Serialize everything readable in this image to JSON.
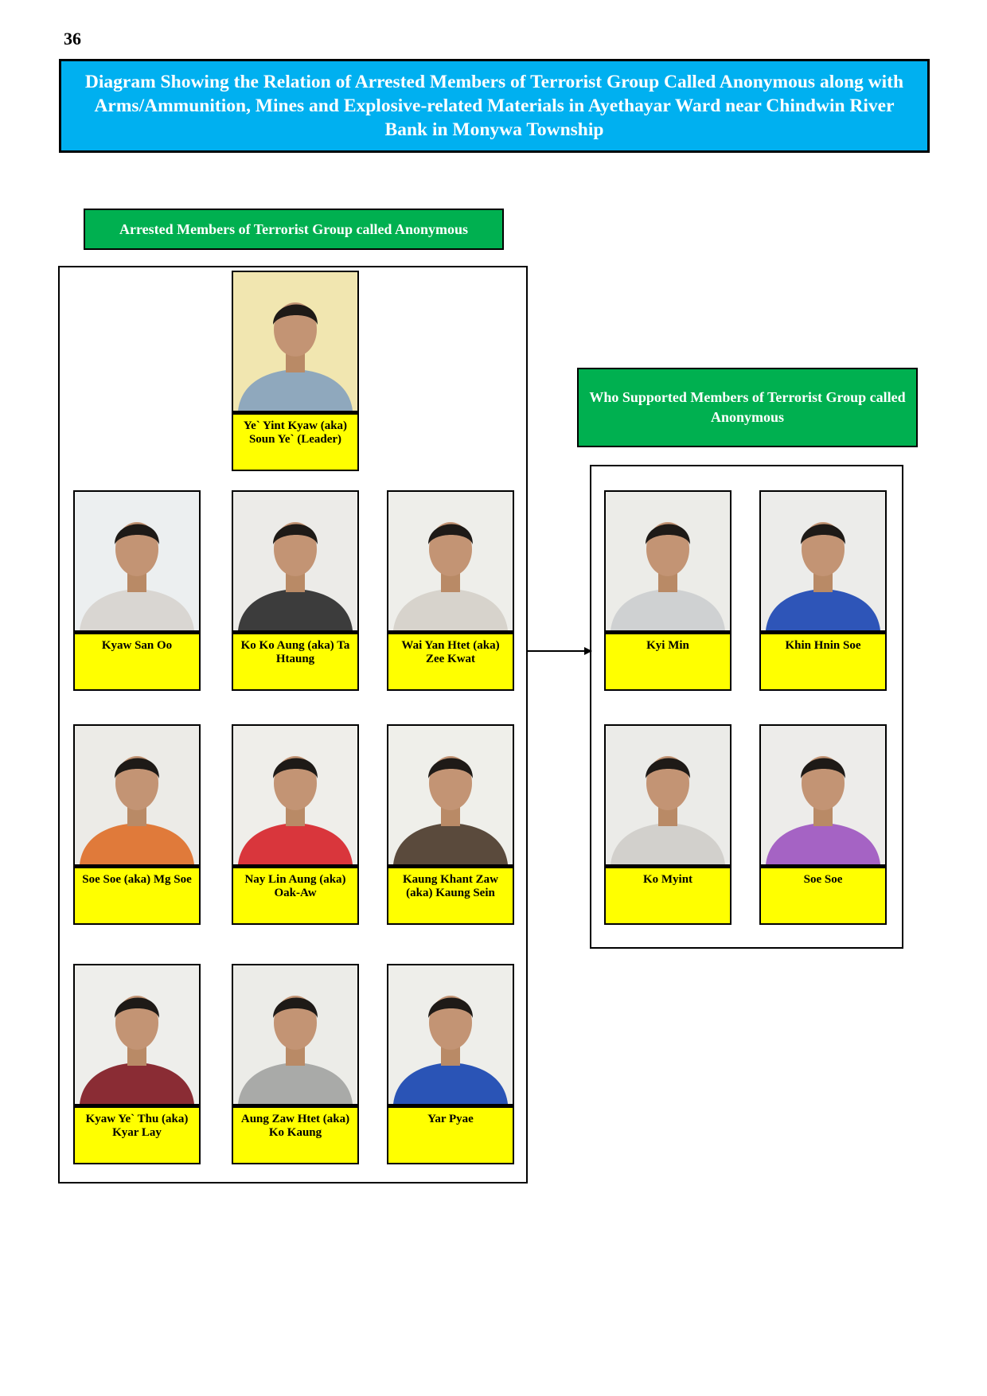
{
  "page": {
    "number": "36"
  },
  "title": "Diagram Showing the Relation of Arrested Members of Terrorist Group Called Anonymous along with Arms/Ammunition, Mines and Explosive-related Materials in Ayethayar Ward near Chindwin River Bank in Monywa Township",
  "arrested_group": {
    "label": "Arrested Members of Terrorist Group called Anonymous",
    "leader": {
      "name": "Ye` Yint Kyaw (aka) Soun Ye` (Leader)",
      "shirt": "#8fa8bd",
      "bg": "#f1e6b0"
    },
    "members": [
      {
        "name": "Kyaw San Oo",
        "shirt": "#d9d6d2",
        "bg": "#eceff0"
      },
      {
        "name": "Ko Ko Aung (aka) Ta Htaung",
        "shirt": "#3c3c3c",
        "bg": "#ecebe8"
      },
      {
        "name": "Wai Yan Htet (aka) Zee Kwat",
        "shirt": "#d7d3cc",
        "bg": "#eeeeea"
      },
      {
        "name": "Soe Soe (aka) Mg Soe",
        "shirt": "#e07a3a",
        "bg": "#ecebe7"
      },
      {
        "name": "Nay Lin Aung (aka) Oak-Aw",
        "shirt": "#d9363c",
        "bg": "#efeeea"
      },
      {
        "name": "Kaung Khant Zaw (aka) Kaung Sein",
        "shirt": "#5a4a3c",
        "bg": "#efefea"
      },
      {
        "name": "Kyaw Ye` Thu (aka) Kyar Lay",
        "shirt": "#8a2c34",
        "bg": "#eeeeeb"
      },
      {
        "name": "Aung Zaw Htet (aka) Ko Kaung",
        "shirt": "#a9aaa8",
        "bg": "#ecece8"
      },
      {
        "name": "Yar Pyae",
        "shirt": "#2a54b6",
        "bg": "#eeeeea"
      }
    ]
  },
  "supporters_group": {
    "label": "Who Supported Members of Terrorist Group called Anonymous",
    "members": [
      {
        "name": "Kyi Min",
        "shirt": "#cfd1d2",
        "bg": "#ecece8"
      },
      {
        "name": "Khin Hnin Soe",
        "shirt": "#2e55b8",
        "bg": "#ececea"
      },
      {
        "name": "Ko Myint",
        "shirt": "#d2d0cc",
        "bg": "#ebebe8"
      },
      {
        "name": "Soe Soe",
        "shirt": "#a563c4",
        "bg": "#edecea"
      }
    ]
  },
  "icons": {
    "arrow": "arrow-right-icon",
    "portrait": "person-photo"
  }
}
